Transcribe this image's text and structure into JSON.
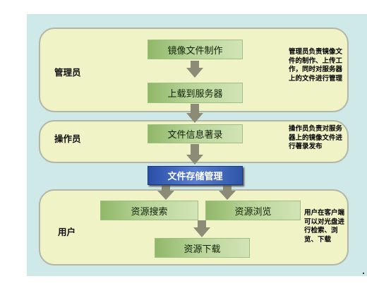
{
  "lanes": {
    "admin": {
      "role": "管理员",
      "steps": [
        "镜像文件制作",
        "上载到服务器"
      ],
      "note": "管理员负责镜像文件的制作、上传工作，同时对服务器上的文件进行管理"
    },
    "operator": {
      "role": "操作员",
      "steps": [
        "文件信息著录"
      ],
      "note": "操作员负责对服务器上的镜像文件进行著录发布"
    },
    "center": {
      "step": "文件存储管理"
    },
    "user": {
      "role": "用户",
      "steps": [
        "资源搜索",
        "资源浏览",
        "资源下载"
      ],
      "note": "用户在客户端可以对光盘进行检索、浏览、下载"
    }
  },
  "colors": {
    "background": "#cfe9e9",
    "lane_fill": "#eff3c6",
    "lane_border": "#b3b6a6",
    "step_green": "#b8d498",
    "step_blue": "#2a4fa8",
    "arrow": "#8c8c76"
  }
}
